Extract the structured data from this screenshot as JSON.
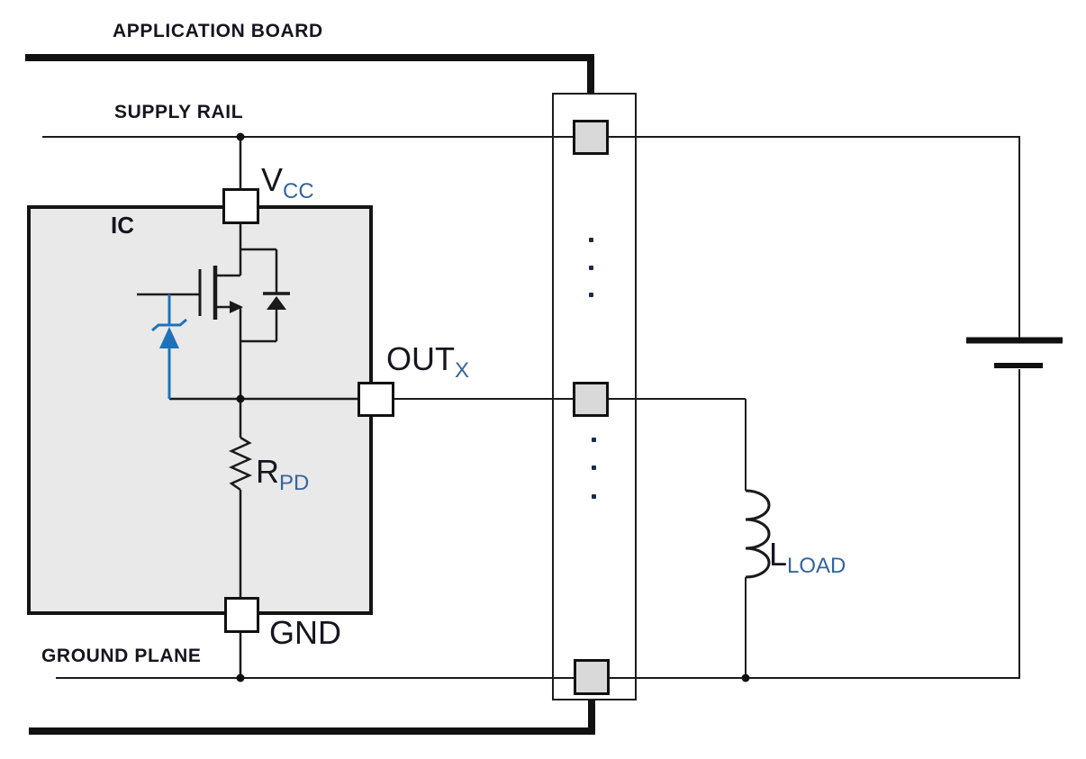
{
  "labels": {
    "application_board": "APPLICATION BOARD",
    "supply_rail": "SUPPLY RAIL",
    "ground_plane": "GROUND PLANE",
    "ic": "IC",
    "vcc_main": "V",
    "vcc_sub": "CC",
    "out_main": "OUT",
    "out_sub": "X",
    "rpd_main": "R",
    "rpd_sub": "PD",
    "gnd": "GND",
    "lload_main": "L",
    "lload_sub": "LOAD"
  },
  "symbols": {
    "transistor": "n-channel-mosfet",
    "transistor_body_diode": "body-diode-pointing-up",
    "gate_clamp": "zener-diode",
    "output_pulldown": "resistor",
    "load": "inductor",
    "source": "battery-cell",
    "interconnect": "board-to-board-connector"
  },
  "connector": {
    "pad_count": 3,
    "ellipsis_dot_groups": 2,
    "dots_per_group": 3
  },
  "colors": {
    "wire": "#1a1a1a",
    "label-text": "#15151f",
    "subscript-text": "#35649f",
    "ic-fill": "#e9e9e9",
    "ic-border": "#141414",
    "pad-fill": "#d9d9d9",
    "zener-blue": "#1f72b8",
    "dot-navy": "#1b2a4a",
    "background": "#ffffff"
  }
}
